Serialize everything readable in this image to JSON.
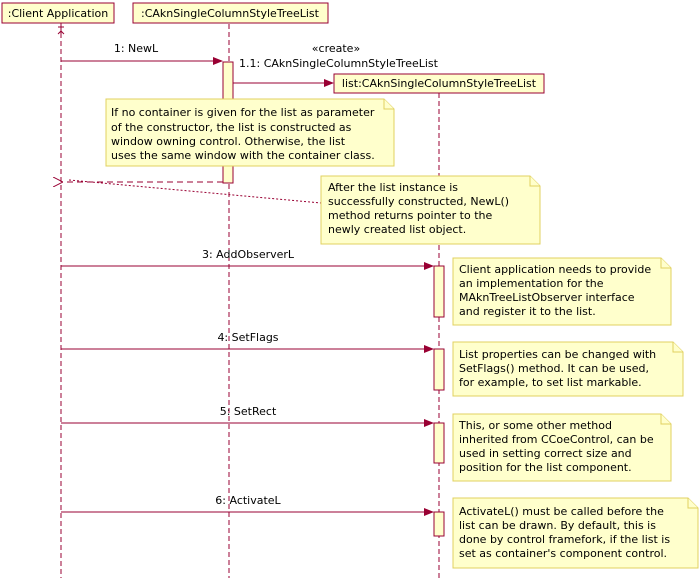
{
  "participants": {
    "client": ":Client Application",
    "tree_class": ":CAknSingleColumnStyleTreeList",
    "list_instance": "list:CAknSingleColumnStyleTreeList"
  },
  "messages": {
    "m1": "1: NewL",
    "m1_1_stereotype": "«create»",
    "m1_1": "1.1: CAknSingleColumnStyleTreeList",
    "m3": "3: AddObserverL",
    "m4": "4: SetFlags",
    "m5": "5: SetRect",
    "m6": "6: ActivateL"
  },
  "notes": {
    "container": [
      "If no container is given for the list as parameter",
      "of the constructor, the list is constructed as",
      "window owning control. Otherwise, the list",
      "uses  the same window with the container class."
    ],
    "newl_return": [
      "After the list instance is",
      "successfully constructed, NewL()",
      "method returns pointer to the",
      "newly created list object."
    ],
    "observer": [
      "Client application needs to provide",
      "an implementation for the",
      "MAknTreeListObserver interface",
      "and register it to the list."
    ],
    "flags": [
      "List properties can be changed with",
      "SetFlags() method. It can be used,",
      "for example, to set list markable."
    ],
    "rect": [
      "This, or some other method",
      "inherited from CCoeControl, can be",
      "used in setting correct size and",
      "position for the list component."
    ],
    "activate": [
      "ActivateL() must be called before the",
      "list can be drawn. By default, this is",
      "done by control framefork, if the list is",
      "set as container's component control."
    ]
  },
  "colors": {
    "line": "#990033",
    "box_fill": "#ffffcc",
    "note_border": "#e0d060"
  }
}
